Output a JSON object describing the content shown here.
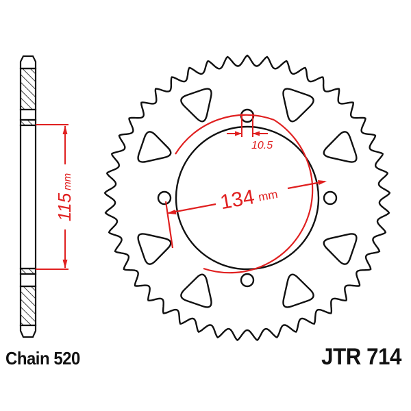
{
  "diagram": {
    "type": "rear sprocket technical drawing",
    "colors": {
      "line": "#111111",
      "dimension": "#e02020",
      "background": "#ffffff"
    },
    "sprocket": {
      "teeth_count_approx": 45,
      "bolt_holes": 4,
      "cutouts": 8
    },
    "dimensions": {
      "bolt_circle_diameter": {
        "value": "134",
        "unit": "mm"
      },
      "bolt_hole_diameter": {
        "value": "10.5"
      },
      "center_bore": {
        "value": "115",
        "unit": "mm"
      }
    },
    "labels": {
      "chain": "Chain 520",
      "part_number": "JTR 714"
    }
  }
}
